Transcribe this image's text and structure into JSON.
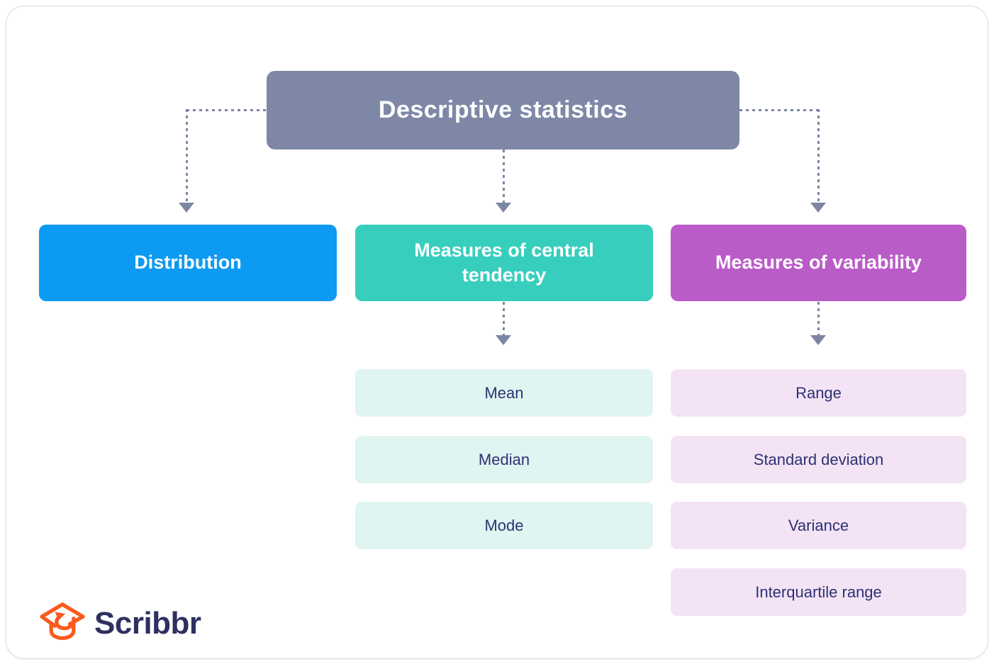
{
  "title": {
    "label": "Descriptive statistics",
    "bg_color": "#7e88a6",
    "text_color": "#ffffff"
  },
  "branches": [
    {
      "label": "Distribution",
      "color": "#0d9af2",
      "children": []
    },
    {
      "label": "Measures of central tendency",
      "color": "#37cebd",
      "child_bg": "#e0f4f1",
      "children": [
        "Mean",
        "Median",
        "Mode"
      ]
    },
    {
      "label": "Measures of variability",
      "color": "#ba5cc8",
      "child_bg": "#f4e3f4",
      "children": [
        "Range",
        "Standard deviation",
        "Variance",
        "Interquartile range"
      ]
    }
  ],
  "child_text_color": "#2b3274",
  "connector_color": "#7c86a2",
  "logo": {
    "text": "Scribbr",
    "icon": "graduation-cap-arrow-icon",
    "icon_color": "#fa5a1e",
    "text_color": "#2e3060"
  }
}
